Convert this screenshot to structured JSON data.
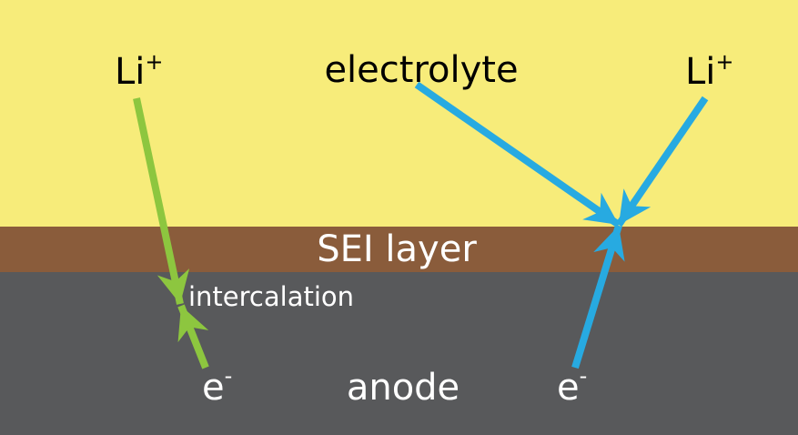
{
  "labels": {
    "li_left": "Li",
    "li_left_sup": "+",
    "electrolyte": "electrolyte",
    "li_right": "Li",
    "li_right_sup": "+",
    "sei_layer": "SEI layer",
    "intercalation": "intercalation",
    "e_left": "e",
    "e_left_sup": "-",
    "anode": "anode",
    "e_right": "e",
    "e_right_sup": "-"
  },
  "colors": {
    "electrolyte": "#F7EC7A",
    "sei": "#8A5C3B",
    "anode": "#58595B",
    "green_arrow": "#8DC63F",
    "blue_arrow": "#27AAE1"
  }
}
